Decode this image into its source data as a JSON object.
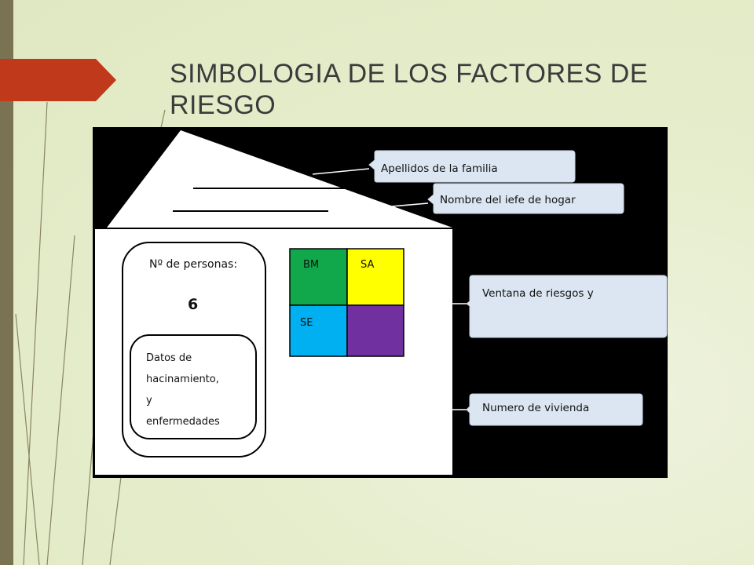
{
  "slide": {
    "title": "SIMBOLOGIA  DE LOS  FACTORES  DE RIESGO"
  },
  "diagram": {
    "persons_label": "Nº de personas:",
    "persons_value": "6",
    "data_box": {
      "line1": "Datos de",
      "line2": "hacinamiento,",
      "line3": "y",
      "line4": "enfermedades"
    },
    "risk_window": [
      {
        "code": "BM",
        "color": "#10a84a"
      },
      {
        "code": "SA",
        "color": "#ffff00"
      },
      {
        "code": "SE",
        "color": "#00b0f0"
      },
      {
        "code": "",
        "color": "#7030a0"
      }
    ],
    "callouts": {
      "family_names": "Apellidos de la familia",
      "head_of_household": "Nombre del iefe de hogar",
      "risk_window": "Ventana de riesgos y",
      "house_number": "Numero de vivienda"
    }
  }
}
